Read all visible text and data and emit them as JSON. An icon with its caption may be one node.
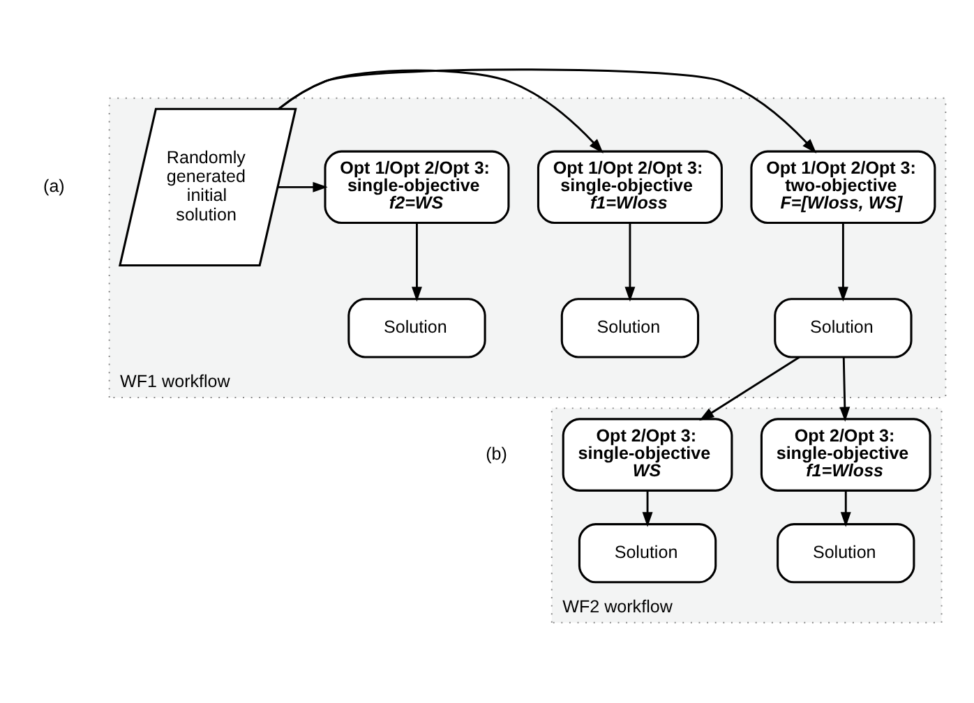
{
  "diagram": {
    "nodes": [
      {
        "text": [
          "WF1 workflow"
        ]
      },
      {
        "text": [
          "Randomly generated initial solution"
        ],
        "in": 0
      },
      {
        "text": [
          "Opt 1/Opt 2/Opt 3: two-objective",
          "F=[Wloss, WS]"
        ],
        "in": 0
      },
      {
        "text": [
          "Opt 1/Opt 2/Opt 3: single-objective",
          "f1=Wloss"
        ],
        "in": 0
      },
      {
        "text": [
          "Opt 1/Opt 2/Opt 3: single-objective",
          "f2=WS"
        ],
        "in": 0
      },
      {
        "text": [
          "Solution"
        ],
        "in": 0
      },
      {
        "text": [
          "Solution"
        ],
        "in": 0
      },
      {
        "text": [
          "Solution"
        ],
        "in": 0
      },
      {
        "text": [
          "WF2 workflow"
        ]
      },
      {
        "text": [
          "Opt 2/Opt 3: single-objective",
          "f1=Wloss"
        ],
        "in": 8
      },
      {
        "text": [
          "Opt 2/Opt 3: single-objective",
          "WS"
        ],
        "in": 8
      },
      {
        "text": [
          "Solution"
        ],
        "in": 8
      },
      {
        "text": [
          "Solution"
        ],
        "in": 8
      }
    ],
    "edges": [
      {
        "from": 1,
        "to": 2,
        "arrow": "to"
      },
      {
        "from": 1,
        "to": 3,
        "arrow": "to"
      },
      {
        "from": 1,
        "to": 4,
        "arrow": "to"
      },
      {
        "from": 2,
        "to": 5,
        "arrow": "to"
      },
      {
        "from": 3,
        "to": 6,
        "arrow": "to"
      },
      {
        "from": 4,
        "to": 7,
        "arrow": "to"
      },
      {
        "from": 5,
        "to": 9,
        "arrow": "to"
      },
      {
        "from": 5,
        "to": 10,
        "arrow": "to"
      },
      {
        "from": 9,
        "to": 11,
        "arrow": "to"
      },
      {
        "from": 10,
        "to": 12,
        "arrow": "to"
      }
    ],
    "labels": [
      "(a)",
      "(b)"
    ]
  }
}
